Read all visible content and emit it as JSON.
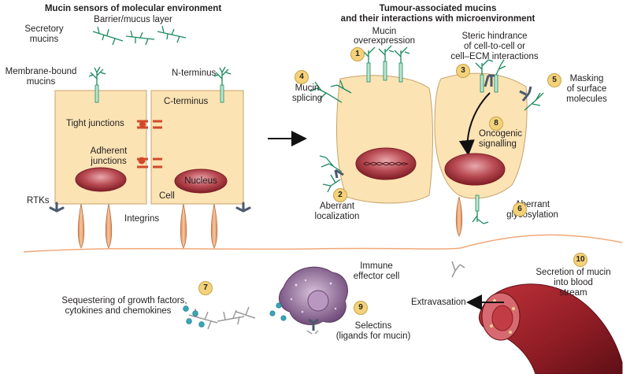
{
  "titles": {
    "left": "Mucin sensors of molecular environment",
    "right_line1": "Tumour-associated mucins",
    "right_line2": "and their interactions with microenvironment"
  },
  "labels": {
    "barrier": "Barrier/mucus layer",
    "secretory_1": "Secretory",
    "secretory_2": "mucins",
    "membrane_1": "Membrane-bound",
    "membrane_2": "mucins",
    "n_terminus": "N-terminus",
    "c_terminus": "C-terminus",
    "tight": "Tight junctions",
    "adherent_1": "Adherent",
    "adherent_2": "junctions",
    "nucleus": "Nucleus",
    "cell": "Cell",
    "rtks": "RTKs",
    "integrins": "Integrins",
    "overexp_1": "Mucin",
    "overexp_2": "overexpression",
    "splicing_1": "Mucin",
    "splicing_2": "splicing",
    "steric_1": "Steric hindrance",
    "steric_2": "of cell-to-cell or",
    "steric_3": "cell–ECM interactions",
    "masking_1": "Masking",
    "masking_2": "of surface",
    "masking_3": "molecules",
    "oncogenic_1": "Oncogenic",
    "oncogenic_2": "signalling",
    "aberrant_loc_1": "Aberrant",
    "aberrant_loc_2": "localization",
    "aberrant_gly_1": "Aberrant",
    "aberrant_gly_2": "glycosylation",
    "sequester_1": "Sequestering of growth factors,",
    "sequester_2": "cytokines and chemokines",
    "immune_1": "Immune",
    "immune_2": "effector cell",
    "selectins_1": "Selectins",
    "selectins_2": "(ligands for mucin)",
    "extravasation": "Extravasation",
    "secretion_1": "Secretion of mucin",
    "secretion_2": "into blood",
    "secretion_3": "stream"
  },
  "badges": [
    "1",
    "2",
    "3",
    "4",
    "5",
    "6",
    "7",
    "8",
    "9",
    "10"
  ],
  "colors": {
    "cell_fill": "#fbe3b4",
    "cell_stroke": "#c8a26a",
    "nucleus": "#a8343a",
    "mucin_green": "#1b8a5e",
    "integrin": "#e8a070",
    "membrane_line": "#f0a878",
    "rtk": "#4a5a6e",
    "vessel": "#8e1c24",
    "immune_cell": "#6e4a78",
    "teal_dots": "#38a6b8",
    "badge": "#f3d27a"
  }
}
